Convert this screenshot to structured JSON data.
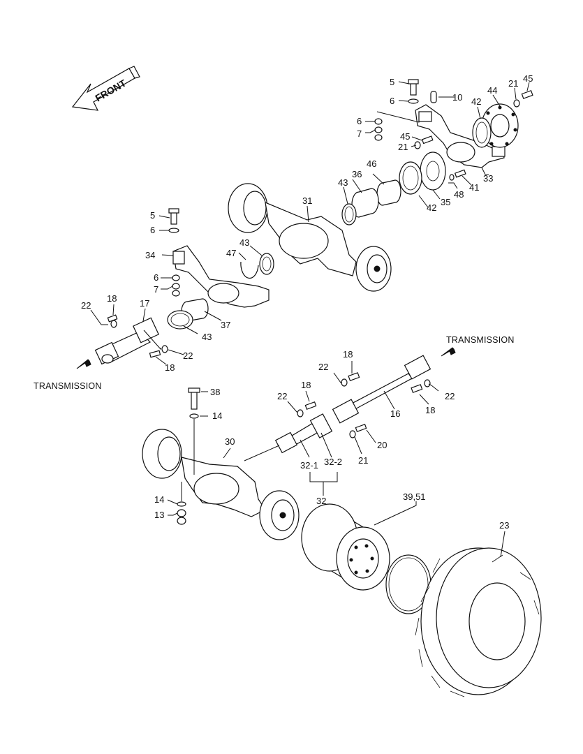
{
  "direction_label": "FRONT",
  "transmission_labels": [
    "TRANSMISSION",
    "TRANSMISSION"
  ],
  "callouts": {
    "c5a": "5",
    "c6a": "6",
    "c10": "10",
    "c44": "44",
    "c21a": "21",
    "c45a": "45",
    "c6b": "6",
    "c7a": "7",
    "c42a": "42",
    "c45b": "45",
    "c21b": "21",
    "c43a": "43",
    "c36": "36",
    "c46": "46",
    "c33": "33",
    "c48": "48",
    "c41": "41",
    "c35": "35",
    "c42b": "42",
    "c31": "31",
    "c5b": "5",
    "c6c": "6",
    "c34": "34",
    "c47": "47",
    "c43b": "43",
    "c6d": "6",
    "c7b": "7",
    "c18a": "18",
    "c22a": "22",
    "c17": "17",
    "c37": "37",
    "c43c": "43",
    "c22b": "22",
    "c18b": "18",
    "c18c": "18",
    "c22c": "22",
    "c18d": "18",
    "c22d": "22",
    "c16": "16",
    "c22e": "22",
    "c18e": "18",
    "c38": "38",
    "c14a": "14",
    "c30": "30",
    "c20": "20",
    "c21c": "21",
    "c32_1": "32-1",
    "c32_2": "32-2",
    "c32": "32",
    "c14b": "14",
    "c13": "13",
    "c39_51": "39,51",
    "c23": "23"
  },
  "colors": {
    "line": "#111111",
    "background": "#ffffff"
  }
}
